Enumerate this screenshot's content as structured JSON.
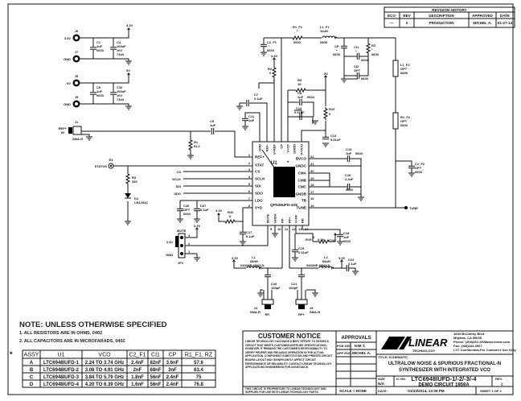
{
  "revision_history": {
    "title": "REVISION HISTORY",
    "headers": [
      "ECO",
      "REV",
      "DESCRIPTION",
      "APPROVED",
      "DATE"
    ],
    "rows": [
      [
        "—",
        "2",
        "PRODUCTION",
        "MICHEL A.",
        "01-27-14"
      ]
    ]
  },
  "notes": {
    "heading": "NOTE: UNLESS OTHERWISE SPECIFIED",
    "items": [
      "1. ALL RESISTORS ARE IN OHMS, 0402",
      "2. ALL CAPACITORS ARE IN MICROFARADS, 0402"
    ]
  },
  "assy_table": {
    "marker": "*",
    "headers": [
      "ASSY",
      "U1",
      "VCO",
      "C2_F1",
      "CI1",
      "CP",
      "R1_F1, RZ"
    ],
    "rows": [
      [
        "A",
        "LTC6948IUFD-1",
        "2.24 TO 3.74 GHz",
        "2.4nF",
        "82nF",
        "3.6nF",
        "57.6"
      ],
      [
        "B",
        "LTC6948IUFD-2",
        "3.08 TO 4.91 GHz",
        "2nF",
        "68nF",
        "3nF",
        "63.4"
      ],
      [
        "C",
        "LTC6948IUFD-3",
        "3.84 TO 5.79 GHz",
        "1.8nF",
        "56nF",
        "2.4nF",
        "75"
      ],
      [
        "D",
        "LTC6948IUFD-4",
        "4.20 TO 6.39 GHz",
        "1.6nF",
        "56nF",
        "2.4nF",
        "76.8"
      ]
    ]
  },
  "title_block": {
    "customer_notice_title": "CUSTOMER NOTICE",
    "customer_notice_text": "LINEAR TECHNOLOGY HAS MADE A BEST EFFORT TO DESIGN A CIRCUIT THAT MEETS CUSTOMER-SUPPLIED SPECIFICATIONS; HOWEVER, IT REMAINS THE CUSTOMER'S RESPONSIBILITY TO VERIFY PROPER AND RELIABLE OPERATION IN THE ACTUAL APPLICATION. COMPONENT SUBSTITUTION AND PRINTED CIRCUIT BOARD LAYOUT MAY SIGNIFICANTLY AFFECT CIRCUIT PERFORMANCE OR RELIABILITY. CONTACT LINEAR TECHNOLOGY APPLICATIONS ENGINEERING FOR ASSISTANCE.",
    "proprietary_text": "THIS CIRCUIT IS PROPRIETARY TO LINEAR TECHNOLOGY AND SUPPLIED FOR USE WITH LINEAR TECHNOLOGY PARTS.",
    "approvals_title": "APPROVALS",
    "pcb_des_label": "PCB DES.",
    "pcb_des": "KIM T.",
    "app_eng_label": "APP ENG.",
    "app_eng": "MICHEL A.",
    "scale": "SCALE = NONE",
    "logo_text": "LINEAR",
    "logo_sub": "TECHNOLOGY",
    "address": [
      "1630 McCarthy Blvd.",
      "Milpitas, CA 95035",
      "Phone: (408)432-1900",
      "Fax: (408)434-0507"
    ],
    "website": "www.linear.com",
    "confidential": "LTC Confidential-For Customer Use Only",
    "title_label": "TITLE: SCHEMATIC",
    "title_lines": [
      "ULTRALOW NOISE & SPURIOUS FRACTIONAL-N",
      "SYNTHESIZER WITH INTEGRATED VCO"
    ],
    "size_label": "SIZE",
    "size": "N/A",
    "ic_no_label": "IC NO.",
    "ic_no": "LTC6948IUFD-1/-2/-3/-4",
    "demo_circuit": "DEMO CIRCUIT 1959A",
    "rev_label": "REV.",
    "rev": "2",
    "date_label": "DATE:",
    "date": "01/23/2014, 12:05 PM",
    "sheet": "SHEET  1  OF  2"
  },
  "schematic": {
    "u1": {
      "ref": "U1",
      "star": "*",
      "package": "QFN28UFD-4X5",
      "left_pins": [
        [
          "1",
          "REF+"
        ],
        [
          "2",
          "STAT"
        ],
        [
          "3",
          "CS"
        ],
        [
          "4",
          "SCLK"
        ],
        [
          "5",
          "SDI"
        ],
        [
          "6",
          "SDO"
        ],
        [
          "7",
          "LDO"
        ],
        [
          "8",
          "V+D"
        ]
      ],
      "right_pins": [
        [
          "22",
          "BVCO"
        ],
        [
          "21",
          "GNDC"
        ],
        [
          "20",
          "CMA"
        ],
        [
          "19",
          "CMB"
        ],
        [
          "18",
          "CMC"
        ],
        [
          "17",
          "GNDB"
        ],
        [
          "16",
          "TB"
        ],
        [
          "15",
          "TUNE"
        ]
      ],
      "top_pins": [
        "GND",
        "REF-",
        "V+REF",
        "CP",
        "V+CP",
        "GNDD",
        "V+VCO"
      ],
      "bottom_pins": [
        [
          "9",
          "MUTE"
        ],
        [
          "10",
          "GNDA"
        ],
        [
          "11",
          "RF-"
        ],
        [
          "12",
          "RF+"
        ],
        [
          "13",
          "V+RF"
        ],
        [
          "14",
          "BB"
        ]
      ]
    },
    "power": {
      "j6": "J6",
      "j6_net": "3.3V",
      "j7": "J7",
      "j7_net": "GND",
      "c1": "C1",
      "c1_val": "1uF",
      "c1_pkg": "0603",
      "c4": "C4",
      "c4_val": "100uF",
      "c4_v": "10V",
      "c4_pkg": "7343",
      "rail_33": "3.3V",
      "j8": "J8",
      "j8_net": "5V",
      "j9": "J9",
      "j9_net": "GND",
      "c9": "C9",
      "c9_val": "1uF",
      "c9_pkg": "0603",
      "c10": "C10",
      "c10_val": "100uF",
      "c10_v": "10V",
      "c10_pkg": "7343",
      "rail_5": "5V"
    },
    "left": {
      "j1": "J1",
      "j1_net": "REF+",
      "j1_net2": "IN",
      "j1_type": "SMA-R",
      "e3": "E3",
      "e3_net": "STATUS",
      "r3": "R3",
      "r3_val": "330",
      "d1": "D1",
      "d1_val": "LN1251C",
      "c5": "C5",
      "c5_val": "1uF",
      "r1": "R1",
      "r1_val": "51.1",
      "spi": [
        "CS",
        "SCLK",
        "SDI",
        "SDO"
      ],
      "c26": "C26",
      "c26_val": "OPT",
      "c26_pkg": "0603",
      "c27": "C27",
      "c27_val": "0.1uF",
      "r20": "R20",
      "r20_val": "0",
      "r20_rail": "3.3V",
      "c17": "C17",
      "c17_val": "0.1uF"
    },
    "top": {
      "c11": "C11",
      "c11_val": "1uF",
      "c7": "C7",
      "c7_val": "0.1uF",
      "r2": "R2",
      "r2_val": "0",
      "r2_rail": "3.3V",
      "r9": "R9",
      "r9_val": "15",
      "c8": "C8",
      "c8_val": "1uF",
      "c8_pkg": "0603",
      "c12": "C12",
      "c12_val": "0.01uF",
      "r10": "R10",
      "r10_val": "0",
      "r10_rail": "5V",
      "c13": "C13",
      "c13_val": "0.01uF"
    },
    "loop_filter": {
      "r1_f1": "R1_F1",
      "r1_f1_val": "*",
      "r1_f1_pkg": "0603",
      "l1_f1": "L1_F1",
      "l1_f1_val": "10uH",
      "l1_f1_pkg": "0805",
      "c2_f1": "C2_F1",
      "c2_f1_val": "*",
      "c2_f1_pkg": "0603",
      "cp": "CP",
      "cp_val": "*",
      "cp_pkg": "0603",
      "ci1": "CI1",
      "ci1_val": "*",
      "ci1_pkg": "0603",
      "rz": "RZ",
      "rz_val": "*",
      "rz_pkg": "0603",
      "ci2": "CI2",
      "ci2_val": "OPT",
      "ci2_pkg": "0603",
      "l1_f2": "L1_F2",
      "l1_f2_val": "OPT",
      "l1_f2_pkg": "0805",
      "r1_f2": "R1_F2",
      "r1_f2_val": "OPT",
      "r1_f2_pkg": "0603",
      "c2_f2": "C2_F2",
      "c2_f2_val": "OPT",
      "c2_f2_pkg": "0603",
      "c15": "C15",
      "c15_val": "1uF",
      "c15_pkg": "0603",
      "c16": "C16",
      "c16_val": "2.2uF",
      "c16_pkg": "0603",
      "tune": "TUNE"
    },
    "bottom": {
      "jp1": "JP1",
      "jp1_title": "MUTE",
      "jp1_rail": "3.3V",
      "jp1_33": "3.3V",
      "jp1_gnd": "GND",
      "jp1_pins": [
        "3",
        "2",
        "1"
      ],
      "c18": "C18",
      "c18_val": "1uF",
      "c18_pkg": "0603",
      "r19": "R19",
      "r19_val": "0",
      "r19_rail": "3.3V",
      "c19": "C19",
      "c19_val": "0.01uF",
      "l1": "L1",
      "l1_val": "68nH",
      "l1_pn": "0402HP-68NXJL",
      "l1_rail": "3.3V",
      "l2": "L2",
      "l2_val": "68nH",
      "l2_pn": "0402HP-68NXJL",
      "l2_rail": "3.3V",
      "c22": "C22",
      "c22_val": "0.1uF",
      "c20": "C20",
      "c20_val": "100pF",
      "c21": "C21",
      "c21_val": "100pF",
      "j4": "J4",
      "j4_type": "SMA-R",
      "j4_net": "RF-",
      "j5": "J5",
      "j5_type": "SMA-R",
      "j5_net": "RF+"
    }
  }
}
